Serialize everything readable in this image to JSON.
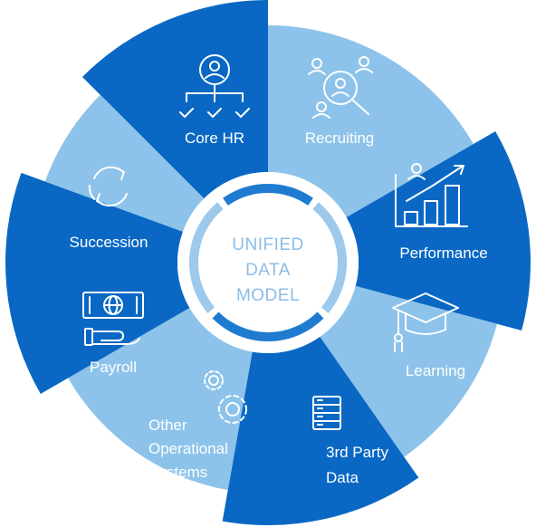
{
  "colors": {
    "dark": "#0a68c4",
    "light": "#8dc3ea",
    "center_text": "#8bbde6",
    "ring_dark": "#1f7bd0",
    "ring_light": "#9cc9ec"
  },
  "center": {
    "line1": "UNIFIED",
    "line2": "DATA",
    "line3": "MODEL"
  },
  "segments": [
    {
      "id": "core-hr",
      "lines": [
        "Core HR"
      ],
      "icon": "org-chart-icon",
      "tone": "dark"
    },
    {
      "id": "recruiting",
      "lines": [
        "Recruiting"
      ],
      "icon": "people-search-icon",
      "tone": "light"
    },
    {
      "id": "performance",
      "lines": [
        "Performance"
      ],
      "icon": "growth-chart-icon",
      "tone": "dark"
    },
    {
      "id": "learning",
      "lines": [
        "Learning"
      ],
      "icon": "graduation-cap-icon",
      "tone": "light"
    },
    {
      "id": "third-party-data",
      "lines": [
        "3rd Party",
        "Data"
      ],
      "icon": "server-icon",
      "tone": "dark"
    },
    {
      "id": "other-operational-systems",
      "lines": [
        "Other",
        "Operational",
        "Systems"
      ],
      "icon": "gears-icon",
      "tone": "light"
    },
    {
      "id": "payroll",
      "lines": [
        "Payroll"
      ],
      "icon": "money-hand-icon",
      "tone": "dark"
    },
    {
      "id": "succession",
      "lines": [
        "Succession"
      ],
      "icon": "refresh-cycle-icon",
      "tone": "light"
    }
  ]
}
